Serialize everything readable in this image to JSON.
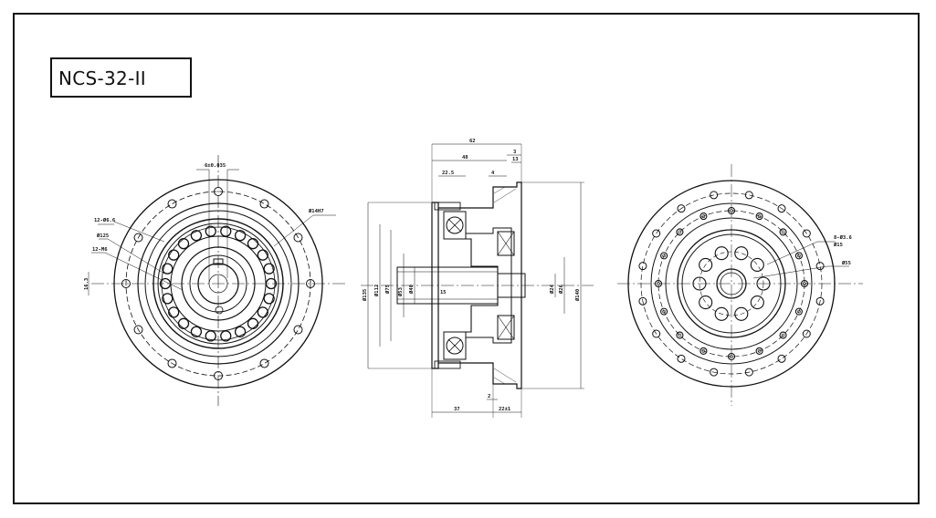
{
  "title": "NCS-32-II",
  "front_view": {
    "labels": {
      "callout_a": "12-Ø6.6",
      "callout_b": "Ø125",
      "callout_c": "12-M6",
      "callout_top": "6±0.035",
      "callout_right": "Ø14H7",
      "left_dim": "16.3"
    }
  },
  "side_view": {
    "labels": {
      "overall_length": "62",
      "len_48": "48",
      "len_22_5": "22.5",
      "len_3": "3",
      "len_13": "13",
      "len_4": "4",
      "len_37": "37",
      "len_2": "2",
      "len_22": "22±1",
      "dia_outer": "Ø135",
      "dia_112": "Ø112",
      "dia_75": "Ø75",
      "dia_53": "Ø53",
      "dia_40": "Ø40",
      "dia_15": "15",
      "dia_24": "Ø24",
      "dia_26": "Ø26",
      "dia_r_outer": "Ø140"
    }
  },
  "back_view": {
    "labels": {
      "callout_a": "8-Ø3.6",
      "callout_b": "Ø15",
      "callout_c": "Ø55"
    }
  }
}
